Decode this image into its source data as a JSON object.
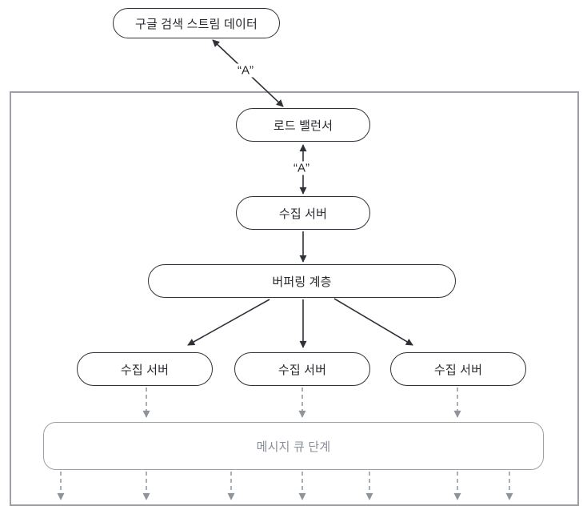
{
  "nodes": {
    "source": {
      "label": "구글 검색 스트림 데이터"
    },
    "load_balancer": {
      "label": "로드 밸런서"
    },
    "ingest_main": {
      "label": "수집 서버"
    },
    "buffering": {
      "label": "버퍼링 계층"
    },
    "ingest_left": {
      "label": "수집 서버"
    },
    "ingest_center": {
      "label": "수집 서버"
    },
    "ingest_right": {
      "label": "수집 서버"
    },
    "message_queue": {
      "label": "메시지 큐 단계"
    }
  },
  "edge_labels": {
    "source_to_lb": "“A”",
    "lb_to_ingest": "“A”"
  },
  "colors": {
    "node_border_dark": "#2e3138",
    "text_dark": "#26282e",
    "gray_stroke": "#8f939a",
    "gray_text": "#8a8e96",
    "frame_border": "#9da0a6"
  }
}
